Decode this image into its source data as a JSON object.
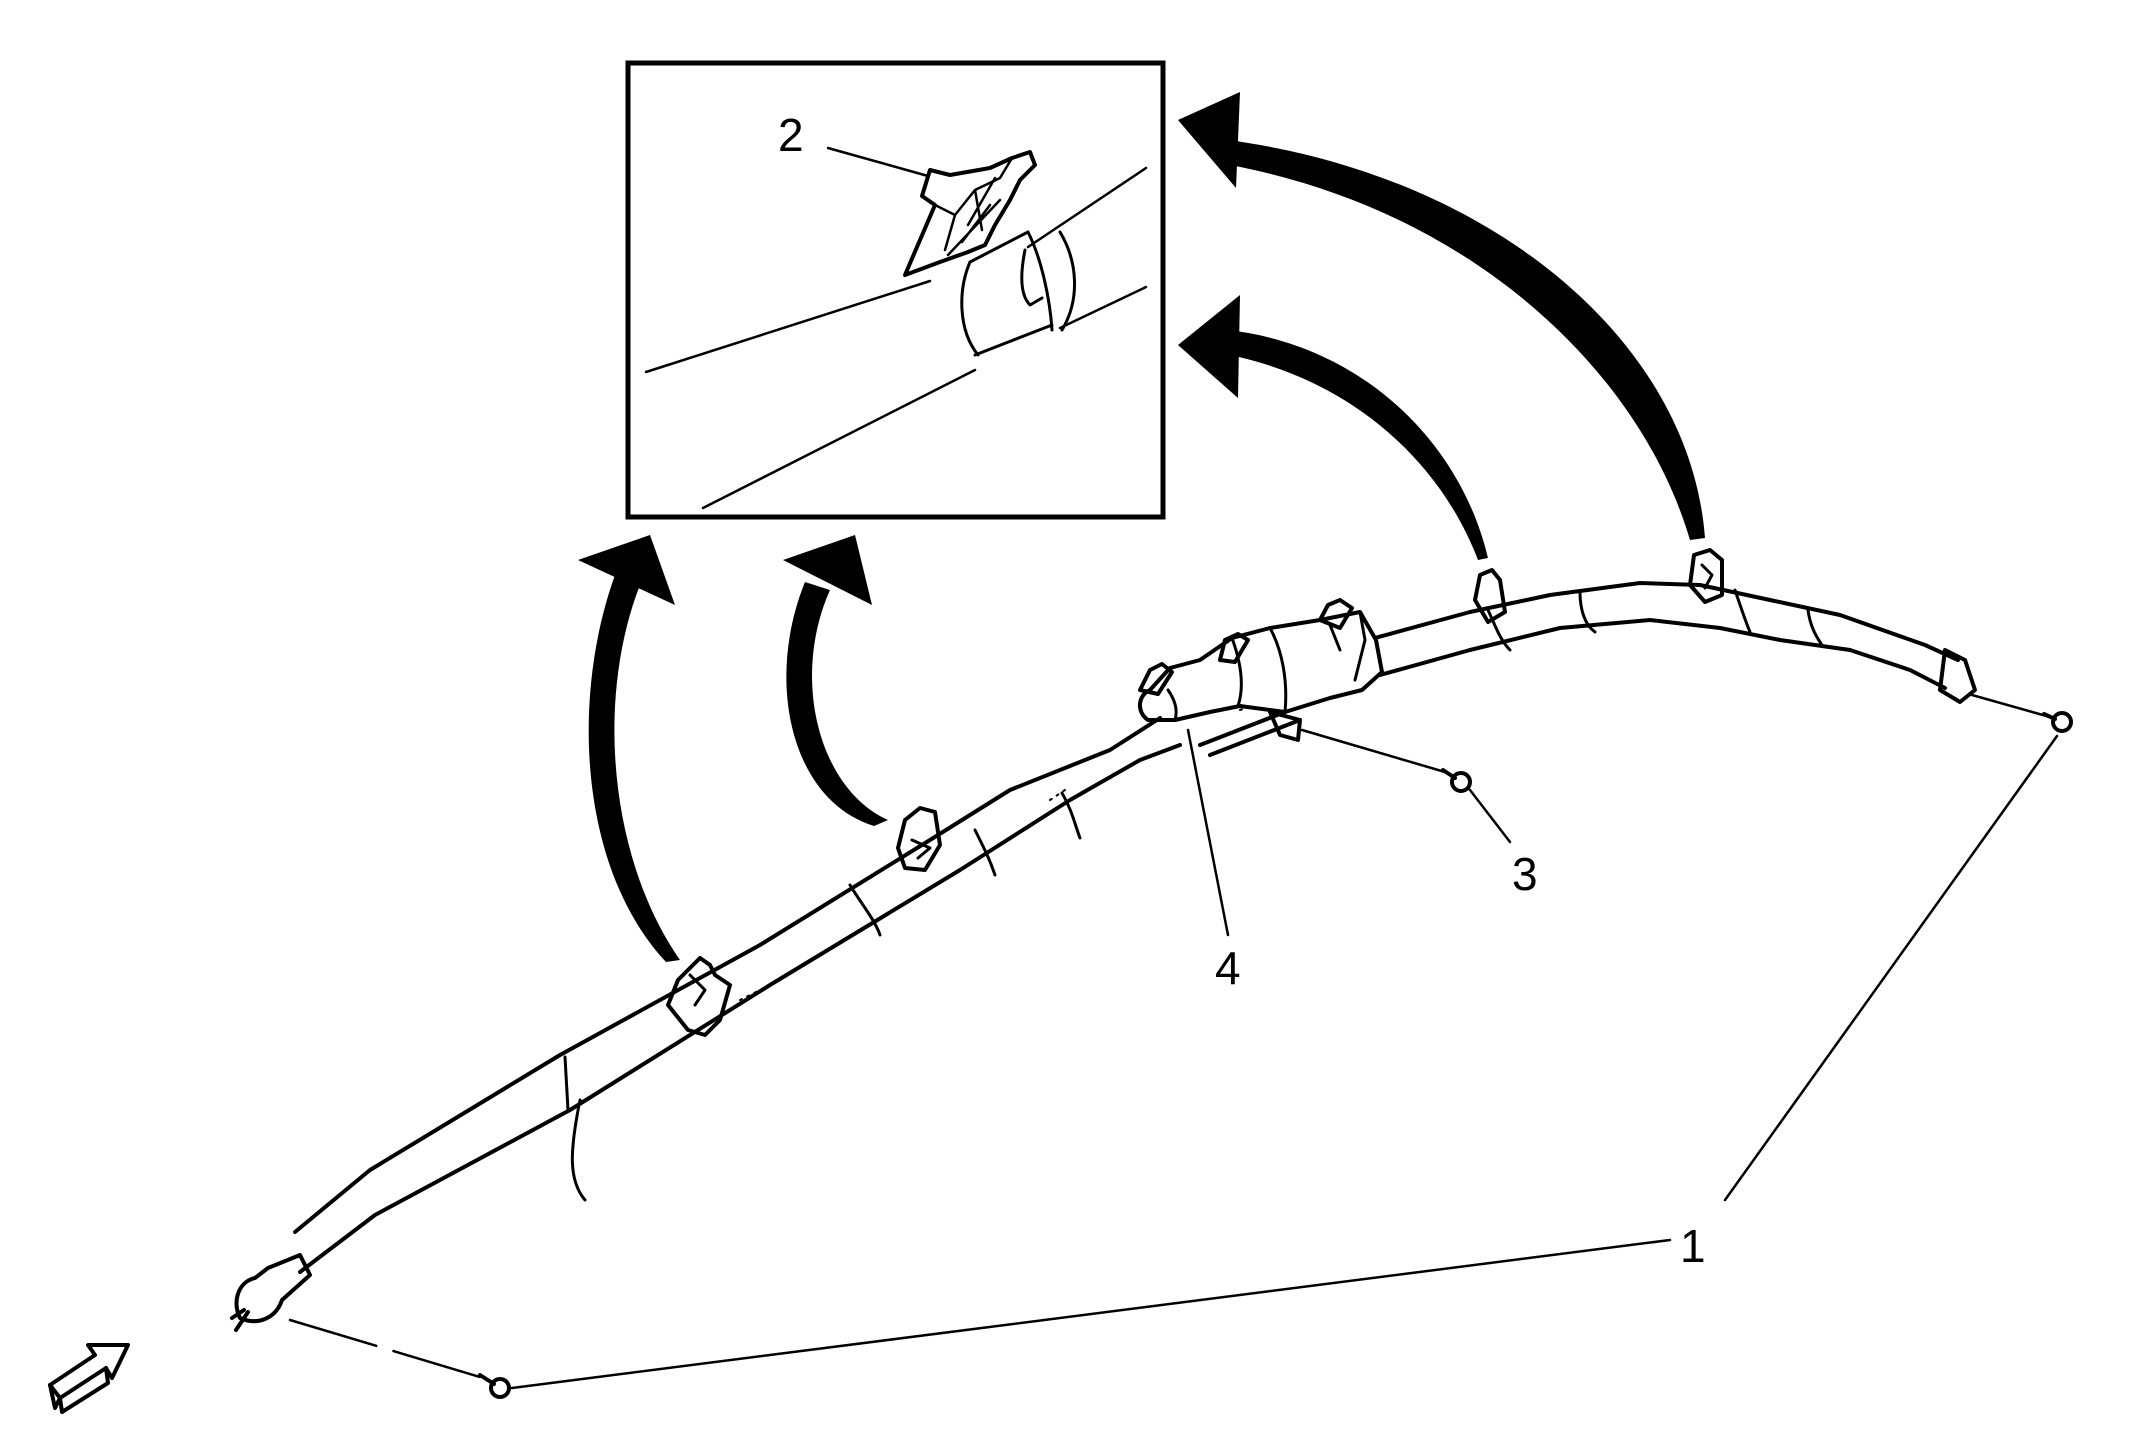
{
  "diagram": {
    "callouts": {
      "c1": "1",
      "c2": "2",
      "c3": "3",
      "c4": "4"
    },
    "colors": {
      "ink": "#000000",
      "paper": "#ffffff"
    },
    "icons": {
      "view_direction": "view-direction-arrow-icon",
      "detail_arrows": "curved-arrow-icon",
      "fasteners": "bolt-icon"
    }
  }
}
